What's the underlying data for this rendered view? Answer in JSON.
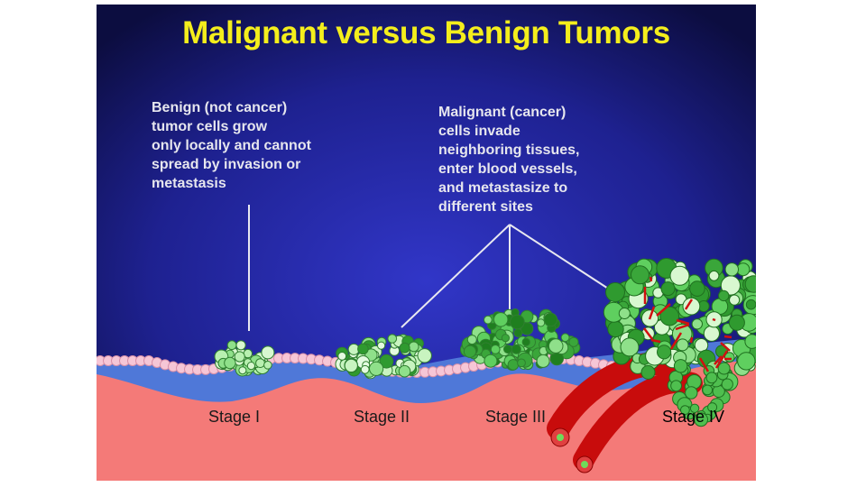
{
  "title": "Malignant versus Benign Tumors",
  "benign_note": [
    "Benign (not cancer)",
    "tumor cells grow",
    "only locally and cannot",
    "spread by invasion or",
    "metastasis"
  ],
  "malignant_note": [
    "Malignant (cancer)",
    "cells invade",
    "neighboring tissues,",
    "enter blood vessels,",
    "and metastasize to",
    "different sites"
  ],
  "stages": [
    "Stage I",
    "Stage II",
    "Stage III",
    "Stage IV"
  ],
  "colors": {
    "title": "#f4ee1c",
    "background": "#2a2fb0",
    "tissue": "#f47a78",
    "basement": "#4f78d8",
    "vessel": "#c80c0c",
    "tumor": "#3aa63a"
  }
}
